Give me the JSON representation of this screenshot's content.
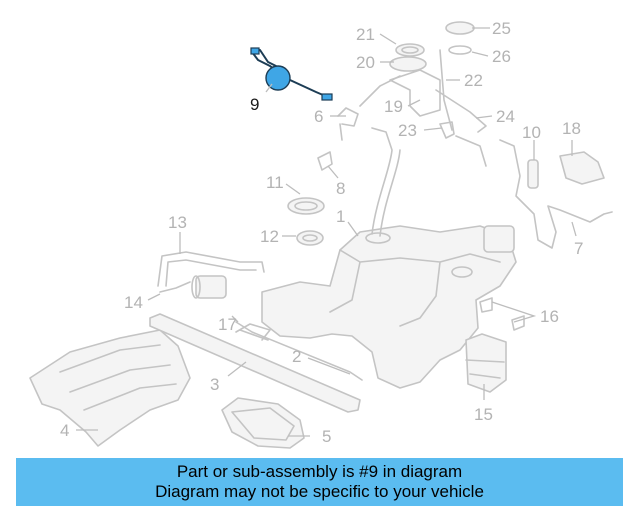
{
  "diagram": {
    "highlight_color": "#3fa6e6",
    "highlighted_part": "9",
    "callouts": [
      "1",
      "2",
      "3",
      "4",
      "5",
      "6",
      "7",
      "8",
      "9",
      "10",
      "11",
      "12",
      "13",
      "14",
      "15",
      "16",
      "17",
      "18",
      "19",
      "20",
      "21",
      "22",
      "23",
      "24",
      "25",
      "26"
    ]
  },
  "caption": {
    "background": "#5bbcf0",
    "line1": "Part or sub-assembly is #9 in diagram",
    "line2": "Diagram may not be specific to your vehicle"
  }
}
